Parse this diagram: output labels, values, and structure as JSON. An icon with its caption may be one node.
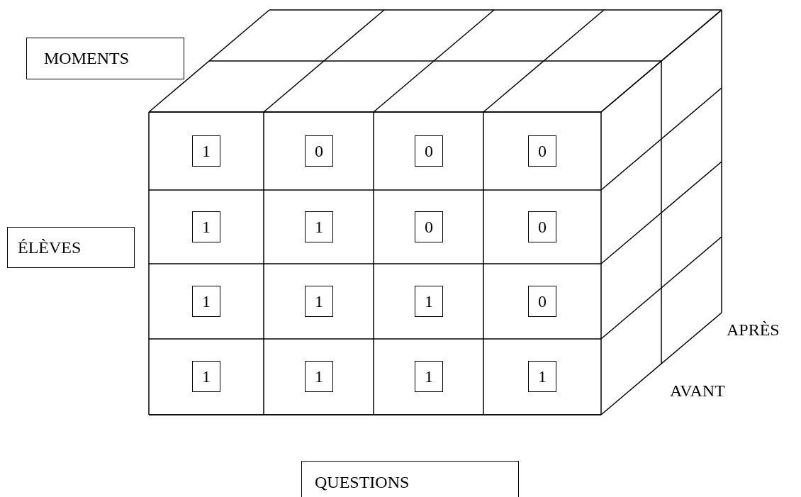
{
  "diagram": {
    "nodes": [
      {
        "text": [
          "MOMENTS"
        ]
      },
      {
        "text": [
          "ÉLÈVES"
        ]
      },
      {
        "text": [
          "1"
        ]
      },
      {
        "text": [
          "0"
        ]
      },
      {
        "text": [
          "0"
        ]
      },
      {
        "text": [
          "0"
        ]
      },
      {
        "text": [
          "1"
        ]
      },
      {
        "text": [
          "1"
        ]
      },
      {
        "text": [
          "0"
        ]
      },
      {
        "text": [
          "0"
        ]
      },
      {
        "text": [
          "1"
        ]
      },
      {
        "text": [
          "1"
        ]
      },
      {
        "text": [
          "1"
        ]
      },
      {
        "text": [
          "0"
        ]
      },
      {
        "text": [
          "1"
        ]
      },
      {
        "text": [
          "1"
        ]
      },
      {
        "text": [
          "1"
        ]
      },
      {
        "text": [
          "1"
        ]
      },
      {
        "text": [
          "QUESTIONS"
        ]
      }
    ],
    "edges": [],
    "labels": [
      "APRÈS",
      "AVANT"
    ]
  }
}
